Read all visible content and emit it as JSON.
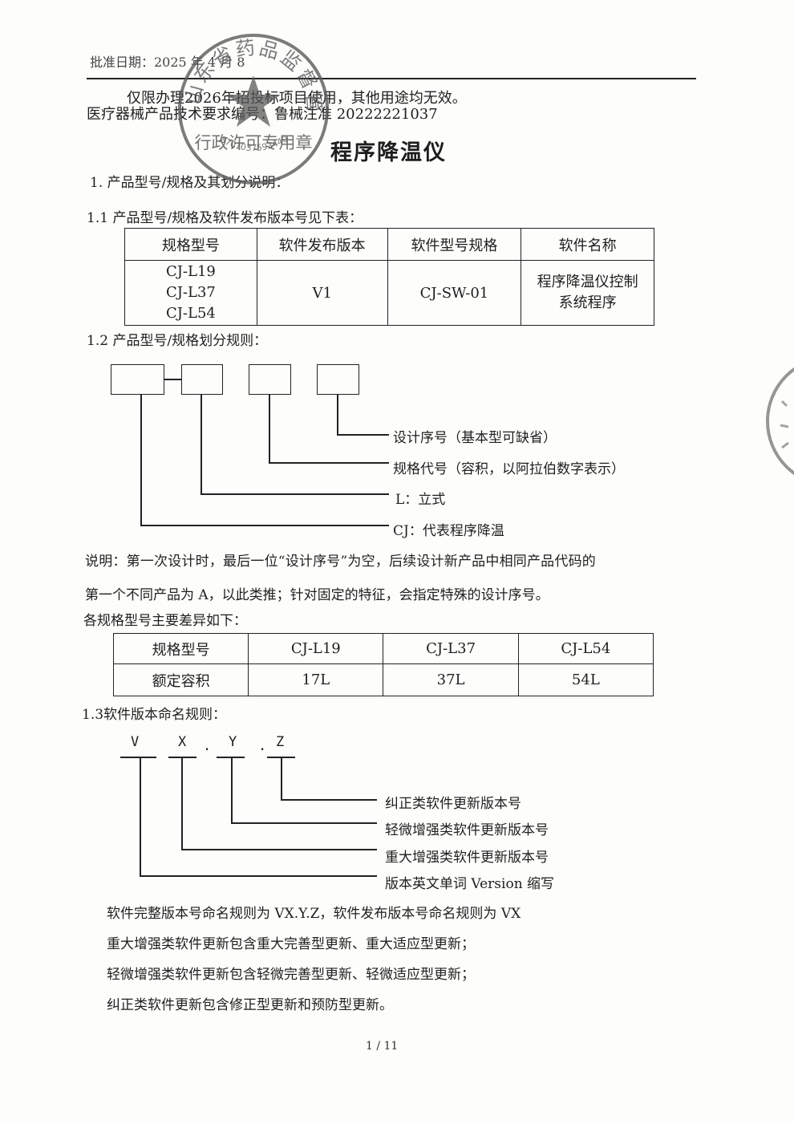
{
  "header": {
    "approval_date": "批准日期：2025 年 4 月 8",
    "notice": "仅限办理2026年招投标项目使用，其他用途均无效。",
    "req_no": "医疗器械产品技术要求编号：鲁械注准 20222221037"
  },
  "title": "程序降温仪",
  "s1_heading": "1. 产品型号/规格及其划分说明：",
  "s11_heading": "1.1 产品型号/规格及软件发布版本号见下表：",
  "table1": {
    "headers": [
      "规格型号",
      "软件发布版本",
      "软件型号规格",
      "软件名称"
    ],
    "models": [
      "CJ-L19",
      "CJ-L37",
      "CJ-L54"
    ],
    "version": "V1",
    "software_model": "CJ-SW-01",
    "software_name": [
      "程序降温仪控制",
      "系统程序"
    ]
  },
  "s12_heading": "1.2 产品型号/规格划分规则：",
  "diagram1": {
    "labels": [
      "设计序号（基本型可缺省）",
      "规格代号（容积，以阿拉伯数字表示）",
      "L：立式",
      "CJ：代表程序降温"
    ]
  },
  "note": {
    "line1": "说明：第一次设计时，最后一位“设计序号”为空，后续设计新产品中相同产品代码的",
    "line2": "第一个不同产品为 A，以此类推；针对固定的特征，会指定特殊的设计序号。"
  },
  "diff_heading": "各规格型号主要差异如下：",
  "table2": {
    "row1": [
      "规格型号",
      "CJ-L19",
      "CJ-L37",
      "CJ-L54"
    ],
    "row2": [
      "额定容积",
      "17L",
      "37L",
      "54L"
    ]
  },
  "s13_heading": "1.3软件版本命名规则：",
  "diagram2": {
    "letters": [
      "V",
      "X",
      ".",
      "Y",
      ".",
      "Z"
    ],
    "labels": [
      "纠正类软件更新版本号",
      "轻微增强类软件更新版本号",
      "重大增强类软件更新版本号",
      "版本英文单词 Version 缩写"
    ]
  },
  "paragraphs": [
    "软件完整版本号命名规则为 VX.Y.Z，软件发布版本号命名规则为 VX",
    "重大增强类软件更新包含重大完善型更新、重大适应型更新；",
    "轻微增强类软件更新包含轻微完善型更新、轻微适应型更新；",
    "纠正类软件更新包含修正型更新和预防型更新。"
  ],
  "page_number": "1 / 11",
  "stamp": {
    "arc_text": "山东省药品监督管理局",
    "main_text": "行政许可专用章",
    "code": "3701037593440",
    "color": "#5a5a5a"
  }
}
